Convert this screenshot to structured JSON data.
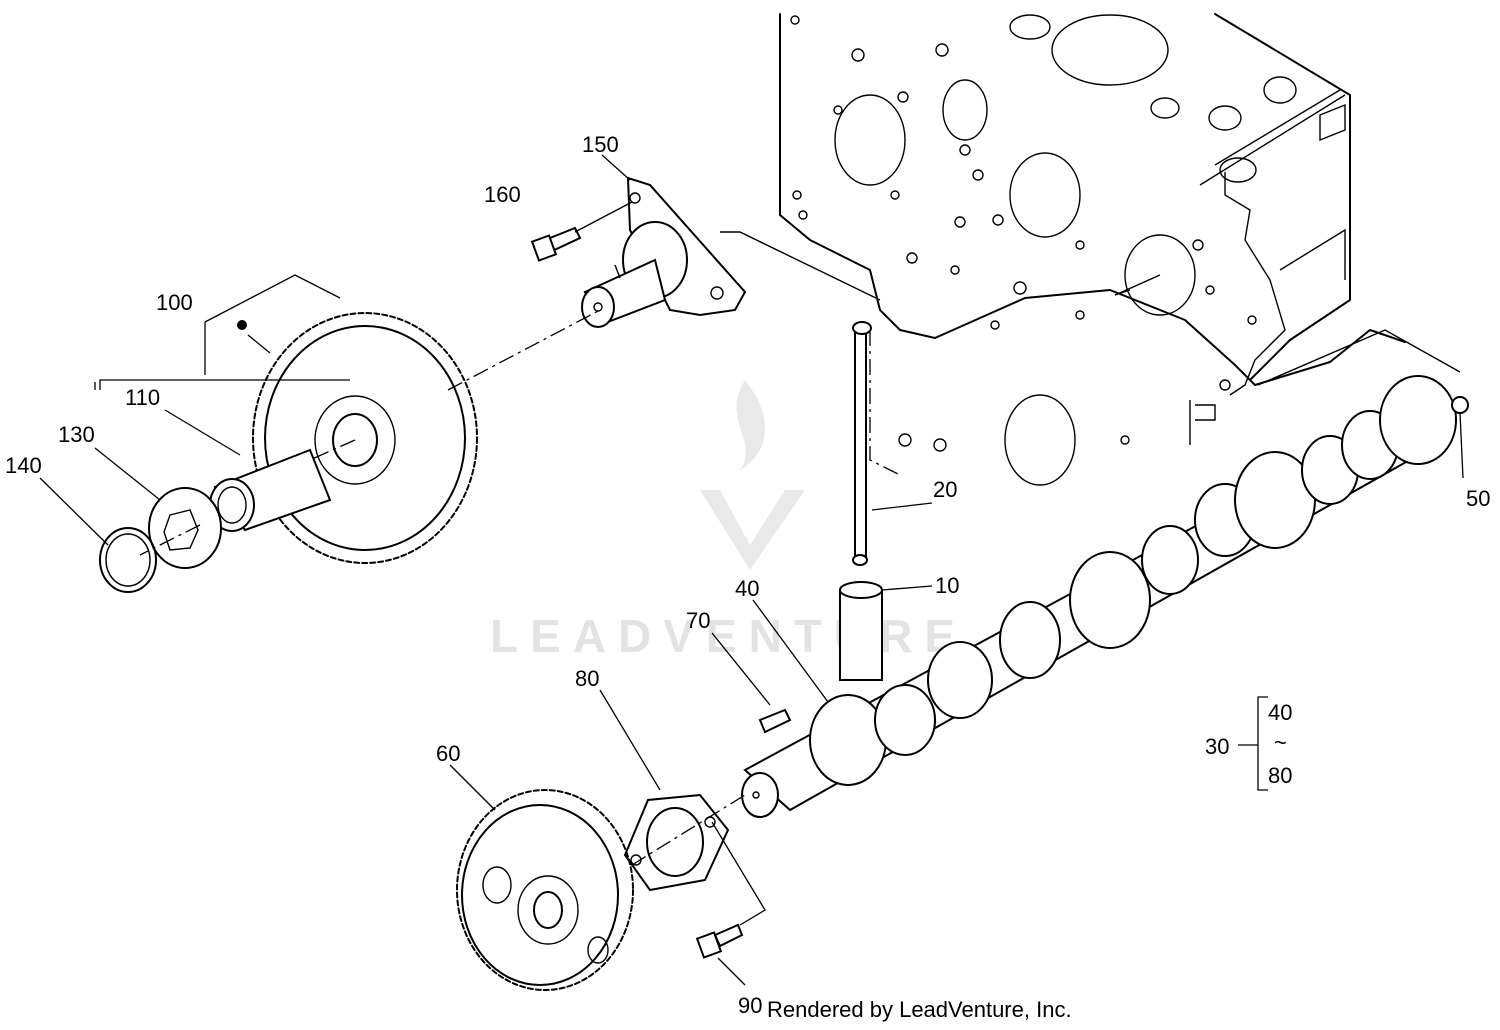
{
  "watermark": "LEADVENTURE",
  "credit": "Rendered by LeadVenture, Inc.",
  "labels": {
    "p10": "10",
    "p20": "20",
    "p30": "30",
    "p40": "40",
    "p40b": "40",
    "p50": "50",
    "p60": "60",
    "p70": "70",
    "p80": "80",
    "p80b": "80",
    "p90": "90",
    "p100": "100",
    "p110": "110",
    "p130": "130",
    "p140": "140",
    "p150": "150",
    "p160": "160"
  },
  "range_symbol": "~"
}
